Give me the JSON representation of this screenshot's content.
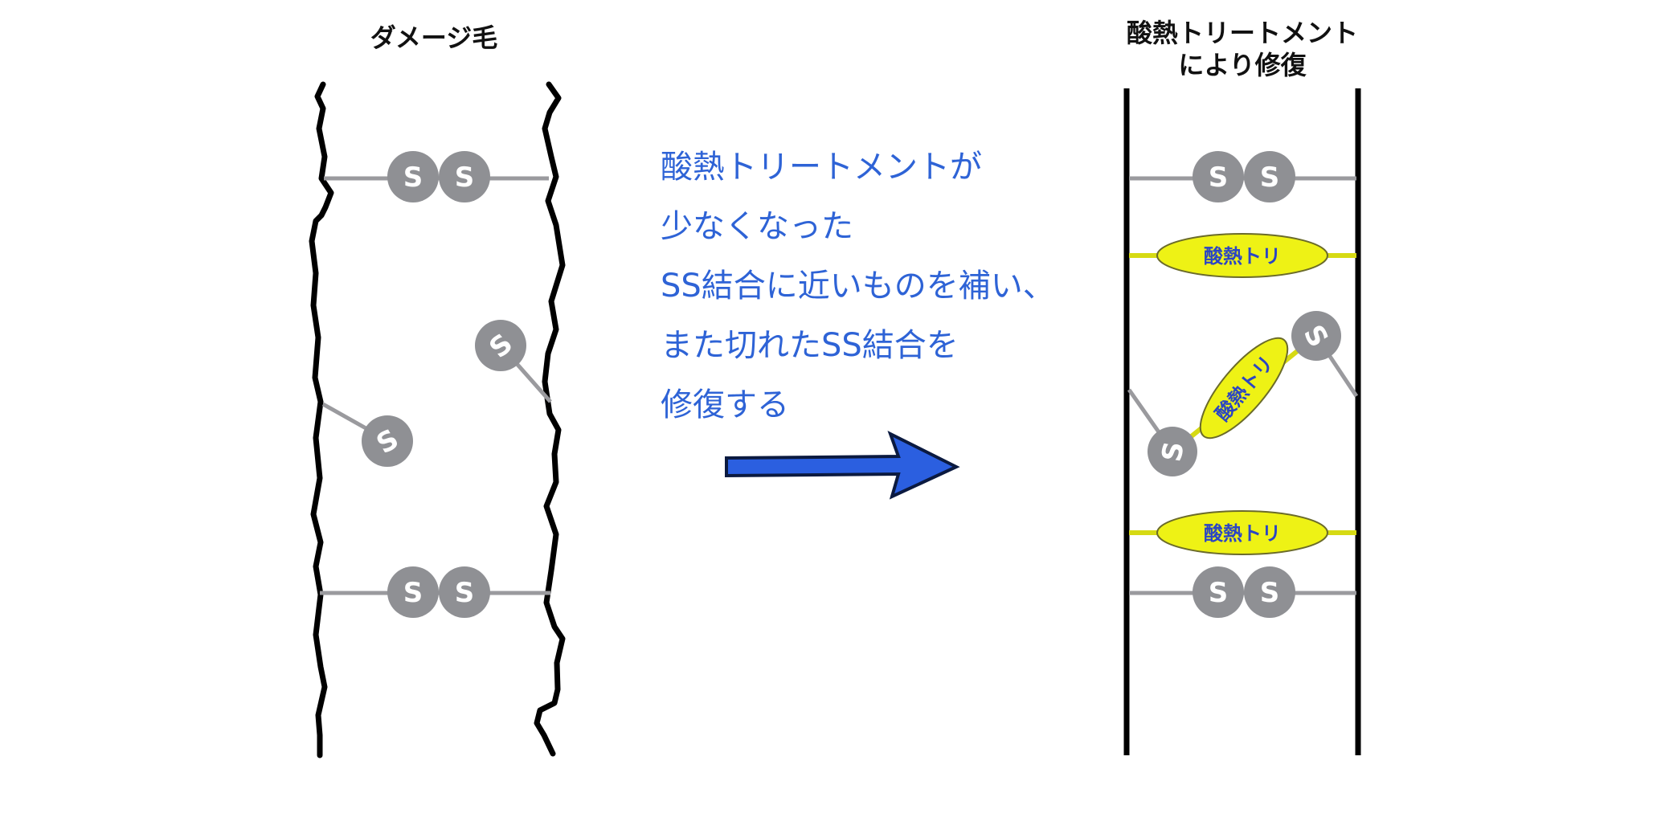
{
  "left_panel": {
    "title": "ダメージ毛"
  },
  "right_panel": {
    "title_line1": "酸熱トリートメント",
    "title_line2": "により修復"
  },
  "annotation": {
    "line1": "酸熱トリートメントが",
    "line2": "少なくなった",
    "line3": "SS結合に近いものを補い、",
    "line4": "また切れたSS結合を",
    "line5": "修復する"
  },
  "bond_label": "S",
  "pill_label": "酸熱トリ",
  "colors": {
    "annotation": "#2e63d6",
    "arrow": "#2b5fe0",
    "sulfur": "#8f9094",
    "pill": "#eef215",
    "pill_text": "#2b45c4"
  }
}
